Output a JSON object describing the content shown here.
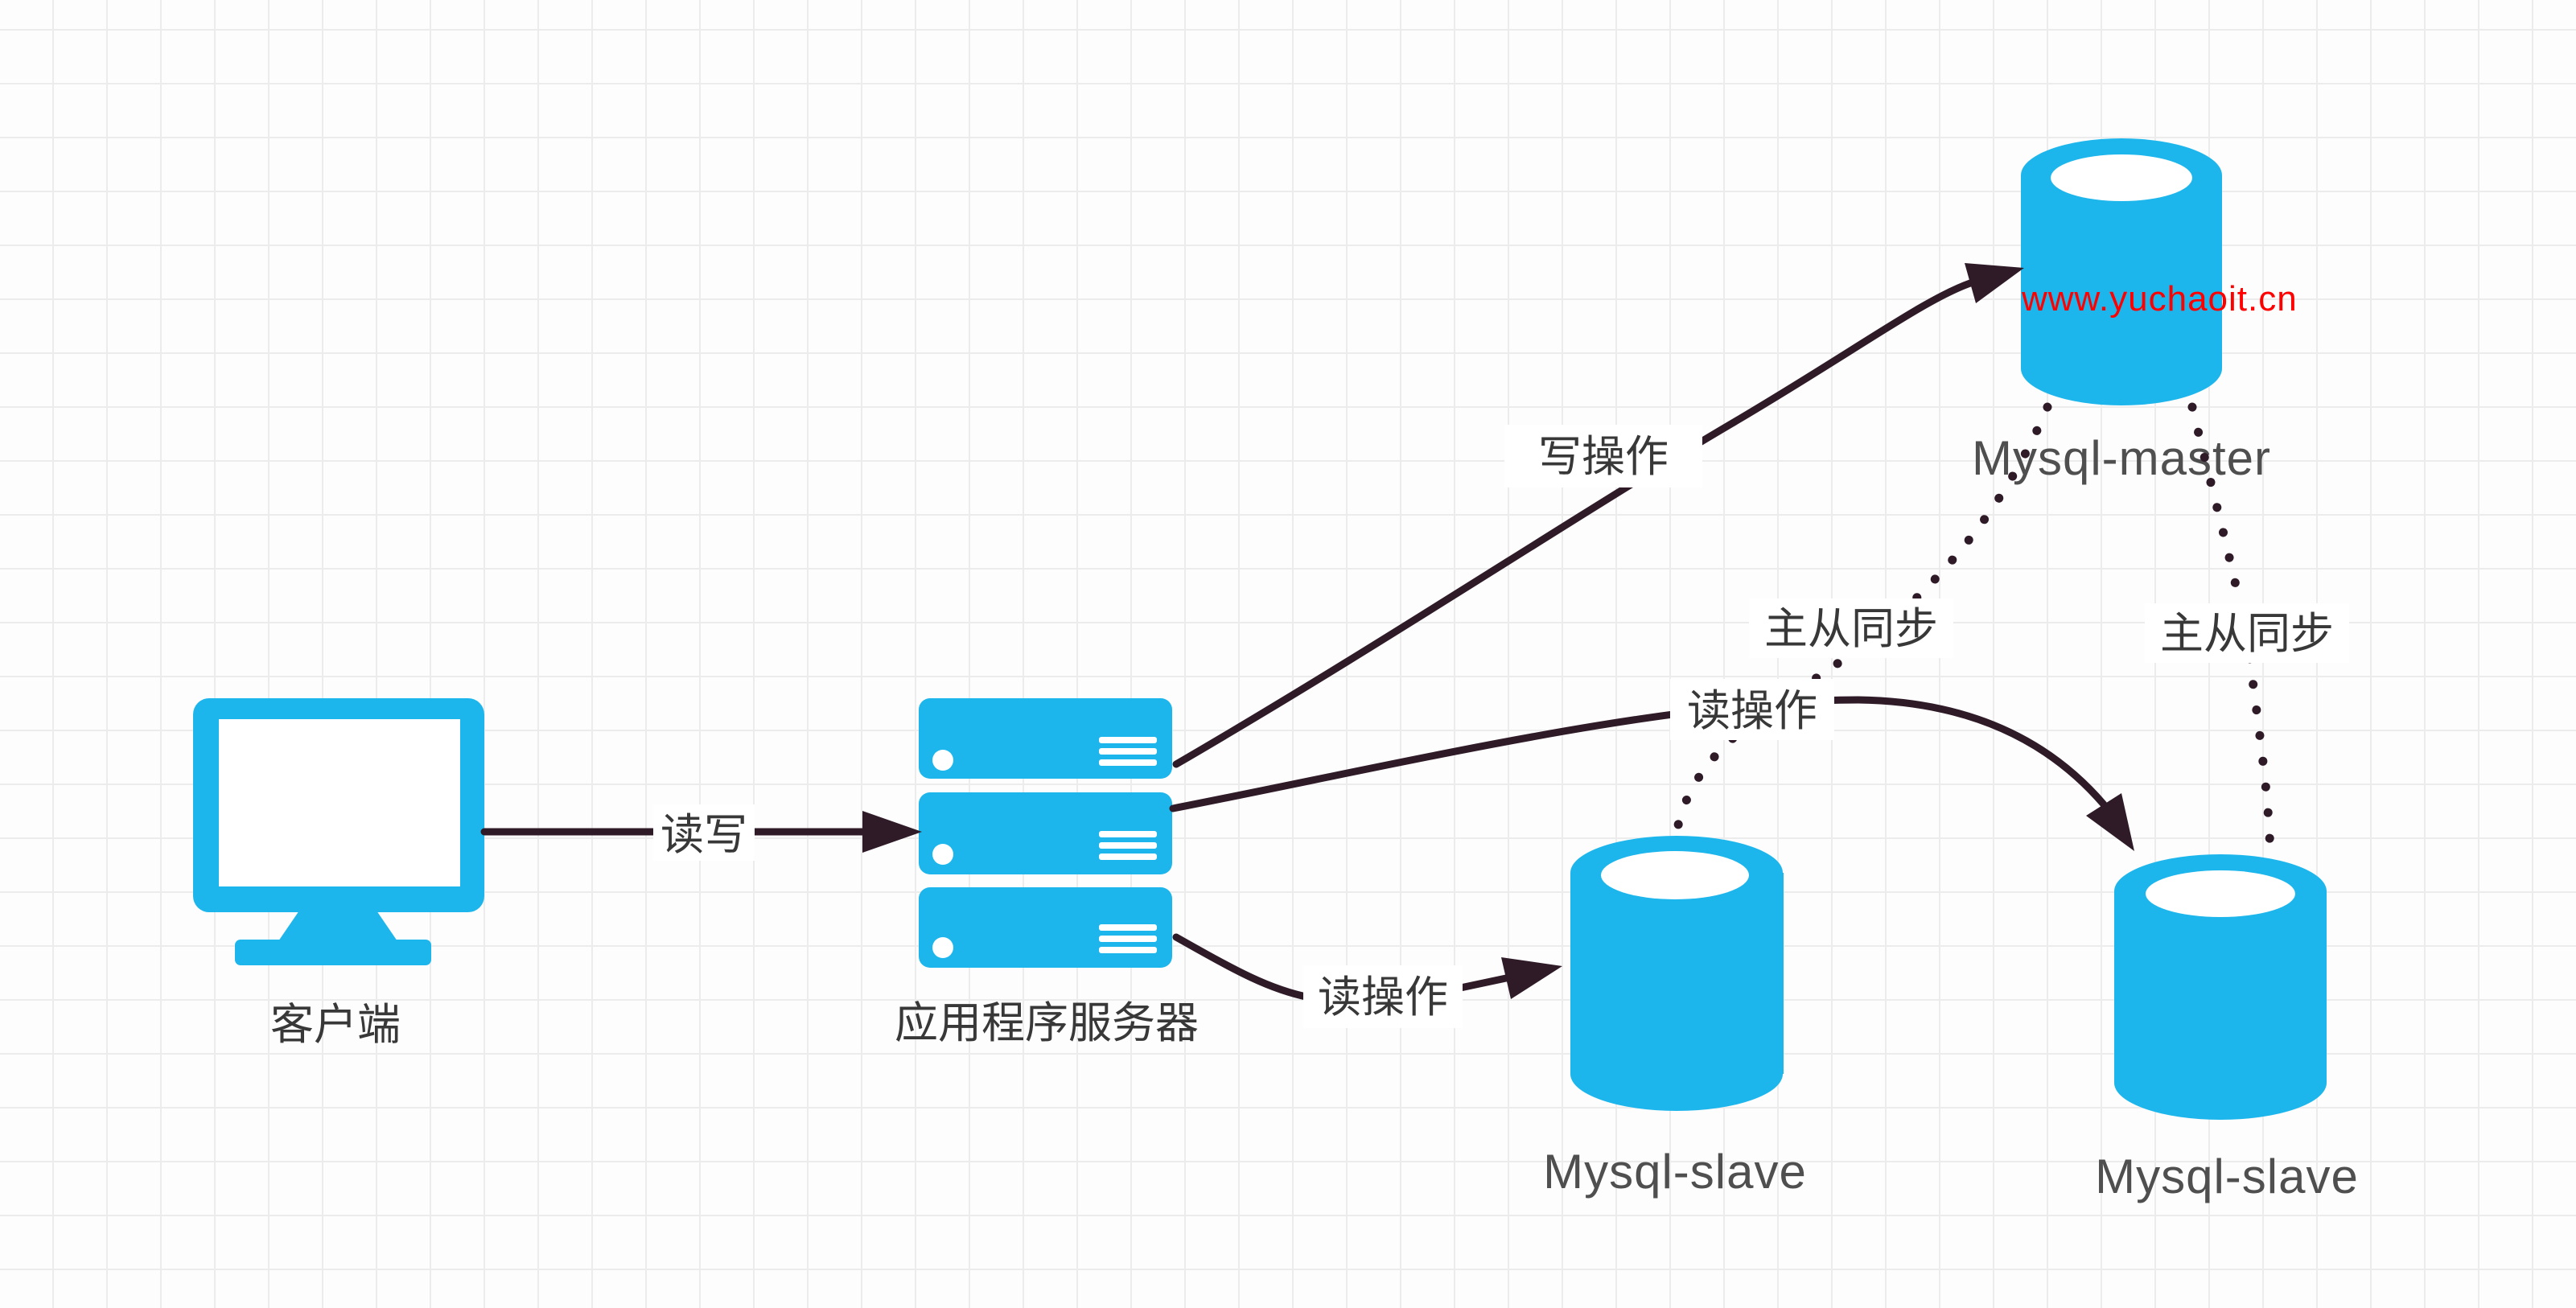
{
  "diagram": {
    "watermark": "www.yuchaoit.cn",
    "nodes": {
      "client": {
        "label": "客户端"
      },
      "app_server": {
        "label": "应用程序服务器"
      },
      "mysql_master": {
        "label": "Mysql-master"
      },
      "mysql_slave_left": {
        "label": "Mysql-slave"
      },
      "mysql_slave_right": {
        "label": "Mysql-slave"
      }
    },
    "edges": {
      "read_write": {
        "label": "读写"
      },
      "write_op": {
        "label": "写操作"
      },
      "read_op_upper": {
        "label": "读操作"
      },
      "read_op_lower": {
        "label": "读操作"
      },
      "sync_left": {
        "label": "主从同步"
      },
      "sync_right": {
        "label": "主从同步"
      }
    },
    "colors": {
      "node_fill": "#1DB6EC",
      "edge": "#2F1B28",
      "watermark": "#FF0000",
      "label_zh": "#383838",
      "label_en": "#4F4F4F"
    }
  }
}
